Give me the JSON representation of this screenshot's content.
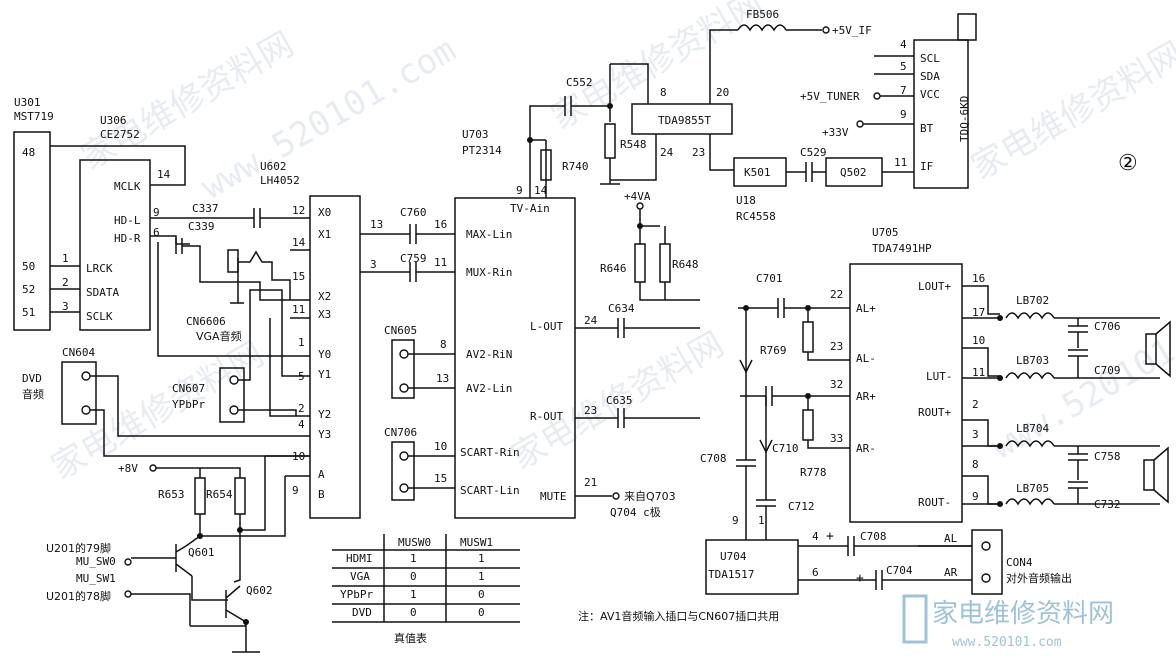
{
  "badge": "②",
  "chips": {
    "u301": {
      "ref": "U301",
      "part": "MST719",
      "pins": [
        "48",
        "50",
        "52",
        "51"
      ]
    },
    "u306": {
      "ref": "U306",
      "part": "CE2752",
      "pins": [
        "MCLK",
        "HD-L",
        "HD-R",
        "LRCK",
        "SDATA",
        "SCLK"
      ],
      "nums": [
        "14",
        "9",
        "6",
        "1",
        "2",
        "3"
      ]
    },
    "u602": {
      "ref": "U602",
      "part": "LH4052",
      "pins": [
        "X0",
        "X1",
        "X2",
        "X3",
        "Y0",
        "Y1",
        "Y2",
        "Y3",
        "A",
        "B"
      ],
      "nums": [
        "12",
        "14",
        "15",
        "11",
        "1",
        "5",
        "2",
        "4",
        "10",
        "9",
        "13",
        "3"
      ]
    },
    "u703": {
      "ref": "U703",
      "part": "PT2314",
      "pins": [
        "TV-Ain",
        "MAX-Lin",
        "MUX-Rin",
        "AV2-RiN",
        "AV2-Lin",
        "SCART-Rin",
        "SCART-Lin",
        "L-OUT",
        "R-OUT",
        "MUTE"
      ],
      "nums": [
        "9",
        "14",
        "16",
        "11",
        "8",
        "13",
        "10",
        "15",
        "24",
        "23",
        "21"
      ]
    },
    "tda9855": {
      "part": "TDA9855T",
      "nums": [
        "8",
        "20",
        "24",
        "23"
      ]
    },
    "tuner": {
      "part": "TDQ-6KD",
      "pins": [
        "SCL",
        "SDA",
        "VCC",
        "BT",
        "IF"
      ],
      "nums": [
        "4",
        "5",
        "7",
        "9",
        "11"
      ]
    },
    "k501": {
      "ref": "K501"
    },
    "q502": {
      "ref": "Q502"
    },
    "u18": {
      "ref": "U18",
      "part": "RC4558"
    },
    "u705": {
      "ref": "U705",
      "part": "TDA7491HP",
      "pins": [
        "AL+",
        "AL-",
        "AR+",
        "AR-",
        "LOUT+",
        "LUT-",
        "ROUT+",
        "ROUT-"
      ],
      "nums": [
        "22",
        "23",
        "32",
        "33",
        "16",
        "17",
        "10",
        "11",
        "2",
        "3",
        "8",
        "9"
      ]
    },
    "u704": {
      "ref": "U704",
      "part": "TDA1517",
      "nums": [
        "9",
        "1",
        "4",
        "6"
      ]
    }
  },
  "parts": {
    "fb506": "FB506",
    "c552": "C552",
    "r548": "R548",
    "r740": "R740",
    "c529": "C529",
    "c337": "C337",
    "c339": "C339",
    "c760": "C760",
    "c759": "C759",
    "r646": "R646",
    "r648": "R648",
    "c634": "C634",
    "c635": "C635",
    "c701": "C701",
    "r769": "R769",
    "c710": "C710",
    "r778": "R778",
    "c708a": "C708",
    "c712": "C712",
    "lb702": "LB702",
    "lb703": "LB703",
    "lb704": "LB704",
    "lb705": "LB705",
    "c706": "C706",
    "c709": "C709",
    "c758": "C758",
    "c732": "C732",
    "c708b": "C708",
    "c704": "C704",
    "r653": "R653",
    "r654": "R654",
    "q601": "Q601",
    "q602": "Q602"
  },
  "rails": {
    "v5if": "+5V_IF",
    "v5tuner": "+5V_TUNER",
    "v33": "+33V",
    "v4va": "+4VA",
    "v8": "+8V"
  },
  "connectors": {
    "cn6606": "CN6606",
    "cn6606_desc": "VGA音频",
    "cn604": "CN604",
    "dvd": "DVD",
    "dvd2": "音频",
    "cn607": "CN607",
    "cn607_desc": "YPbPr",
    "cn605": "CN605",
    "cn706": "CN706",
    "con4": "CON4",
    "con4_desc": "对外音频输出",
    "al": "AL",
    "ar": "AR"
  },
  "signals": {
    "u201_79": "U201的79脚",
    "mu_sw0": "MU_SW0",
    "mu_sw1": "MU_SW1",
    "u201_78": "U201的78脚",
    "from_q703": "来自Q703",
    "q704": "Q704 c极"
  },
  "truth_table": {
    "headers": [
      "",
      "MUSW0",
      "MUSW1"
    ],
    "rows": [
      [
        "HDMI",
        "1",
        "1"
      ],
      [
        "VGA",
        "0",
        "1"
      ],
      [
        "YPbPr",
        "1",
        "0"
      ],
      [
        "DVD",
        "0",
        "0"
      ]
    ],
    "caption": "真值表"
  },
  "note": "注：AV1音频输入插口与CN607插口共用",
  "watermarks": [
    "家电维修资料网",
    "www.520101.com"
  ],
  "logo": {
    "cn": "家电维修资料网",
    "url": "www.520101.com"
  }
}
